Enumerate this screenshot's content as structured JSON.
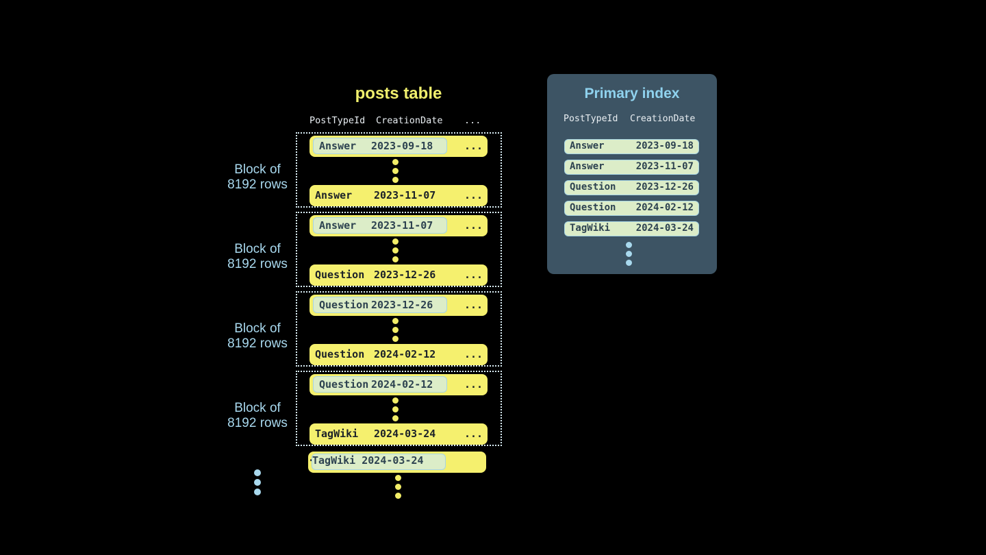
{
  "colors": {
    "background": "#000000",
    "row_yellow": "#f5f06e",
    "chip_mint": "#dcedc8",
    "chip_border_blue": "#a6d4e4",
    "panel_bg": "#3d5464",
    "title_yellow": "#f0ef6d",
    "accent_blue": "#8fd2ee",
    "dotted_border": "#d9edf5"
  },
  "posts_table": {
    "title": "posts table",
    "headers": {
      "col1": "PostTypeId",
      "col2": "CreationDate",
      "col3": "..."
    },
    "block_label_line1": "Block of",
    "block_label_line2": "8192 rows",
    "ellipsis": "...",
    "blocks": [
      {
        "first": {
          "type": "Answer",
          "date": "2023-09-18"
        },
        "last": {
          "type": "Answer",
          "date": "2023-11-07"
        }
      },
      {
        "first": {
          "type": "Answer",
          "date": "2023-11-07"
        },
        "last": {
          "type": "Question",
          "date": "2023-12-26"
        }
      },
      {
        "first": {
          "type": "Question",
          "date": "2023-12-26"
        },
        "last": {
          "type": "Question",
          "date": "2024-02-12"
        }
      },
      {
        "first": {
          "type": "Question",
          "date": "2024-02-12"
        },
        "last": {
          "type": "TagWiki",
          "date": "2024-03-24"
        }
      }
    ],
    "overflow_row": {
      "type": "TagWiki",
      "date": "2024-03-24"
    }
  },
  "primary_index": {
    "title": "Primary index",
    "headers": {
      "col1": "PostTypeId",
      "col2": "CreationDate"
    },
    "rows": [
      {
        "type": "Answer",
        "date": "2023-09-18"
      },
      {
        "type": "Answer",
        "date": "2023-11-07"
      },
      {
        "type": "Question",
        "date": "2023-12-26"
      },
      {
        "type": "Question",
        "date": "2024-02-12"
      },
      {
        "type": "TagWiki",
        "date": "2024-03-24"
      }
    ]
  }
}
